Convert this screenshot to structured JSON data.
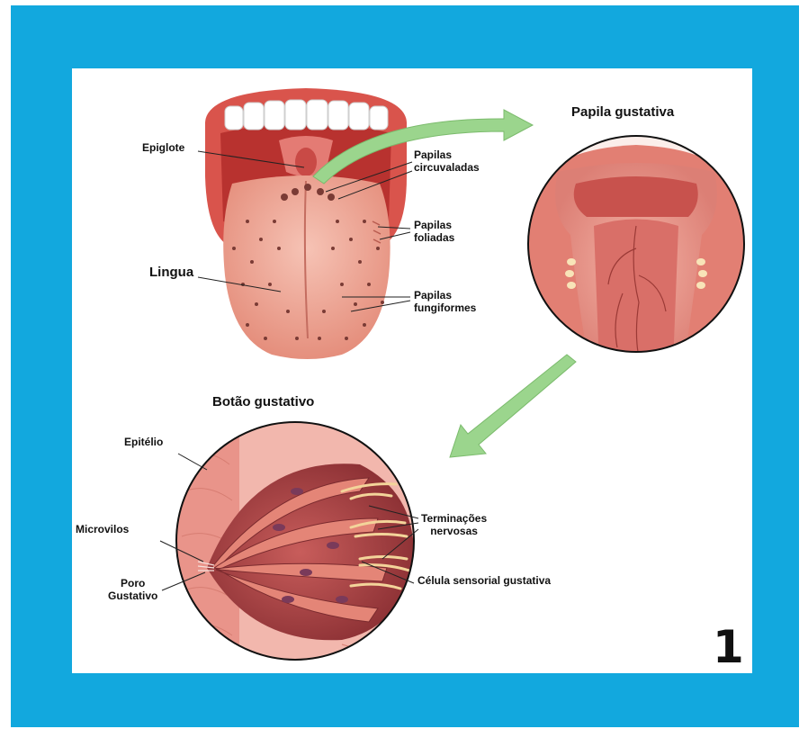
{
  "colors": {
    "frame": "#12a8de",
    "panel": "#ffffff",
    "tongue": "#eea392",
    "lips": "#e0625a",
    "arrow": "#9bd58d",
    "label": "#111111"
  },
  "figure_number": "1",
  "tongue": {
    "epiglote": "Epiglote",
    "papilas_circunvaladas": [
      "Papilas",
      "circuvaladas"
    ],
    "papilas_folhadas": [
      "Papilas",
      "foliadas"
    ],
    "lingua": "Lingua",
    "papilas_fungiformes": [
      "Papilas",
      "fungiformes"
    ]
  },
  "papila": {
    "title": "Papila gustativa"
  },
  "botao": {
    "title": "Botão gustativo",
    "epitelio": "Epitélio",
    "microvilos": "Microvilos",
    "poro": [
      "Poro",
      "Gustativo"
    ],
    "terminacoes": [
      "Terminações",
      "nervosas"
    ],
    "celula": "Célula sensorial gustativa"
  }
}
